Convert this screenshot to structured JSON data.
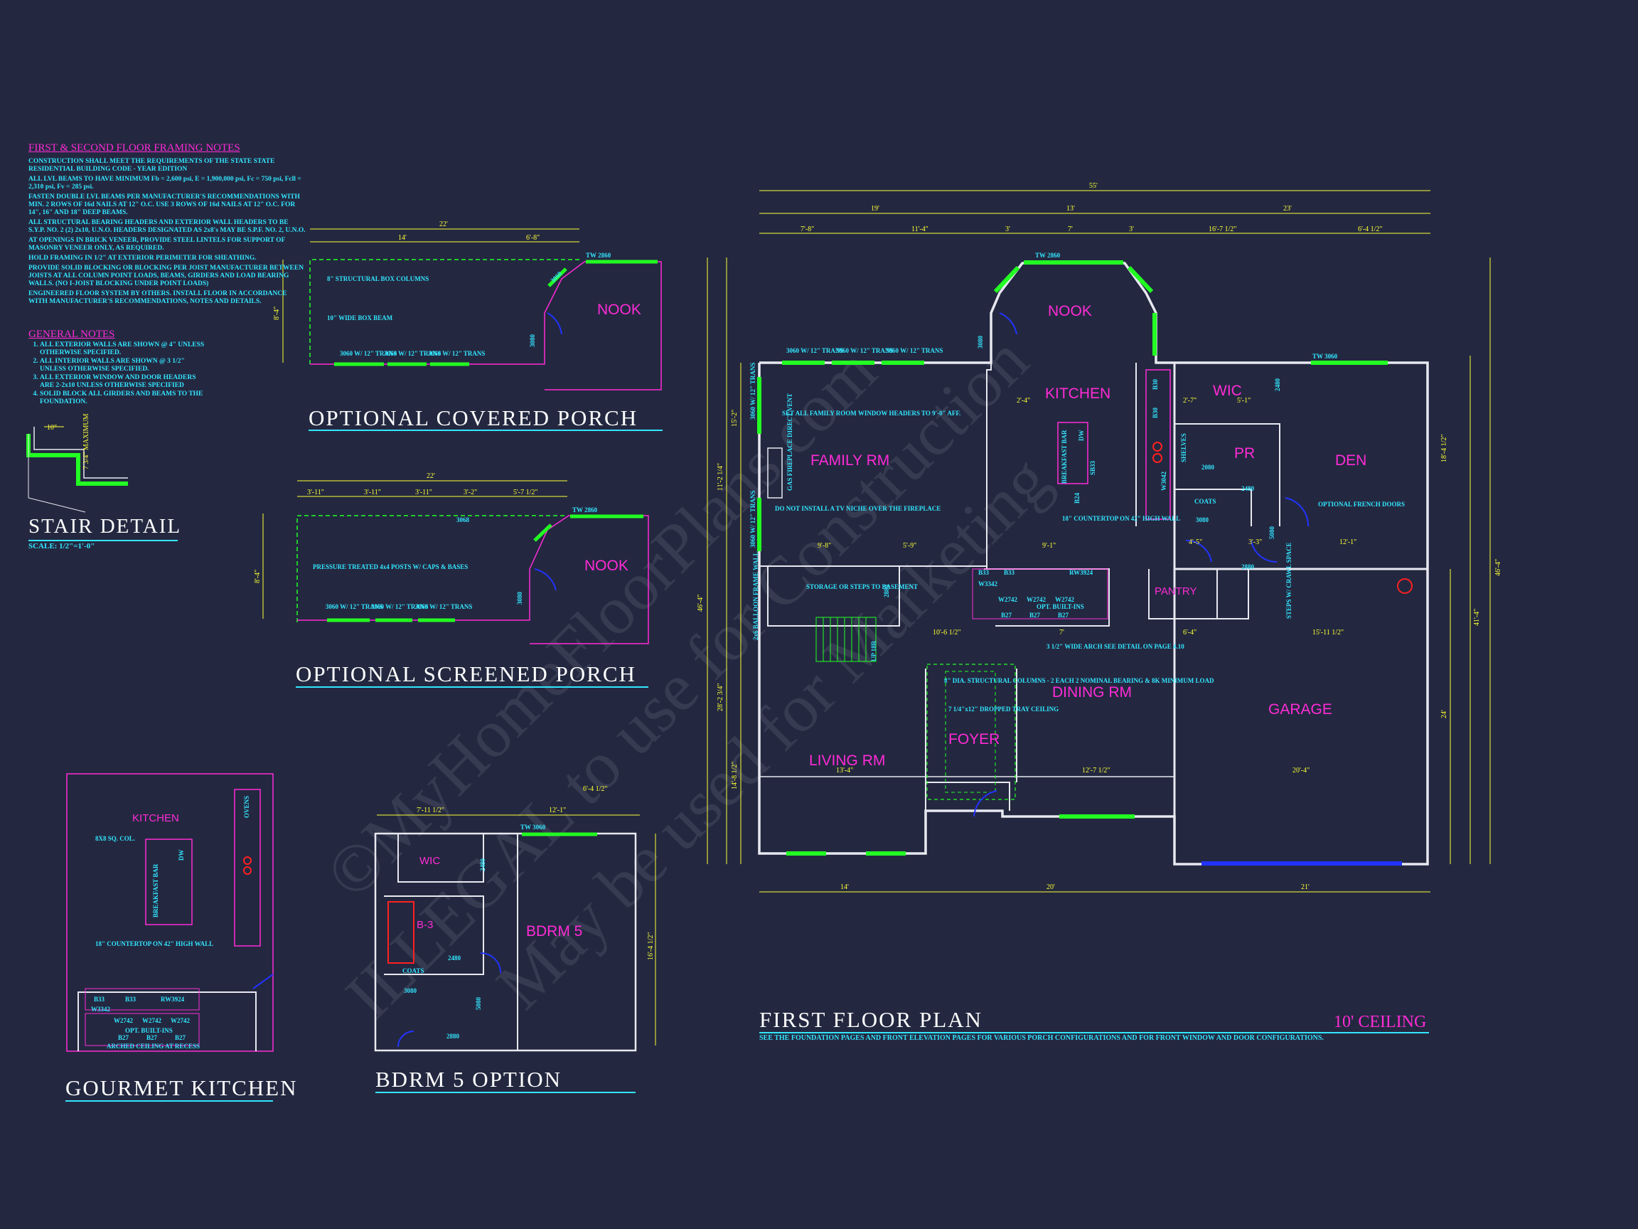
{
  "colors": {
    "background": "#232840",
    "walls": "#e8e8f0",
    "dimensions": "#ffff33",
    "room_labels": "#ff2bd6",
    "notes": "#33e6ff",
    "windows": "#22ff22",
    "doors": "#2233ff",
    "accent_red": "#ff2020"
  },
  "framing_notes": {
    "title": "FIRST & SECOND FLOOR FRAMING NOTES",
    "items": [
      "CONSTRUCTION SHALL MEET THE REQUIREMENTS OF THE STATE STATE RESIDENTIAL BUILDING CODE - YEAR EDITION",
      "ALL LVL BEAMS TO HAVE MINIMUM Fb = 2,600 psi, E = 1,900,000 psi, Fc = 750 psi, Fcll = 2,310 psi, Fv = 285 psi.",
      "FASTEN DOUBLE LVL BEAMS PER MANUFACTURER'S RECOMMENDATIONS WITH MIN. 2 ROWS OF 16d NAILS AT 12\" O.C. USE 3 ROWS OF 16d NAILS AT 12\" O.C. FOR 14\", 16\" AND 18\" DEEP BEAMS.",
      "ALL STRUCTURAL BEARING HEADERS AND EXTERIOR WALL HEADERS TO BE S.Y.P. NO. 2 (2) 2x10, U.N.O. HEADERS DESIGNATED AS 2x8's MAY BE S.P.F. NO. 2, U.N.O.",
      "AT OPENINGS IN BRICK VENEER, PROVIDE STEEL LINTELS FOR SUPPORT OF MASONRY VENEER ONLY, AS REQUIRED.",
      "HOLD FRAMING IN 1/2\" AT EXTERIOR PERIMETER FOR SHEATHING.",
      "PROVIDE SOLID BLOCKING OR BLOCKING PER JOIST MANUFACTURER BETWEEN JOISTS AT ALL COLUMN POINT LOADS, BEAMS, GIRDERS AND LOAD BEARING WALLS. (NO I-JOIST BLOCKING UNDER POINT LOADS)",
      "ENGINEERED FLOOR SYSTEM BY OTHERS. INSTALL FLOOR IN ACCORDANCE WITH MANUFACTURER'S RECOMMENDATIONS, NOTES AND DETAILS."
    ]
  },
  "general_notes": {
    "title": "GENERAL NOTES",
    "items": [
      "ALL EXTERIOR WALLS ARE SHOWN @ 4\" UNLESS OTHERWISE SPECIFIED.",
      "ALL INTERIOR WALLS ARE SHOWN @ 3 1/2\" UNLESS OTHERWISE SPECIFIED.",
      "ALL EXTERIOR WINDOW AND DOOR HEADERS ARE 2-2x10 UNLESS OTHERWISE SPECIFIED",
      "SOLID BLOCK ALL GIRDERS AND BEAMS TO THE FOUNDATION."
    ]
  },
  "stair_detail": {
    "title": "STAIR DETAIL",
    "scale": "SCALE: 1/2\"=1'-0\"",
    "tread": "10\"",
    "riser": "7 3/4\" MAXIMUM"
  },
  "covered_porch": {
    "title": "OPTIONAL COVERED PORCH",
    "nook": "NOOK",
    "dims": {
      "overall": "22'",
      "left": "14'",
      "right": "6'-8\"",
      "height": "8'-4\""
    },
    "window_top": "TW 2860",
    "windows": [
      "3060 W/ 12\" TRANS",
      "3060 W/ 12\" TRANS",
      "3060 W/ 12\" TRANS"
    ],
    "column_note": "8\" STRUCTURAL BOX COLUMNS",
    "beam_note": "10\" WIDE BOX BEAM",
    "door": "3080",
    "bay": "3060"
  },
  "screened_porch": {
    "title": "OPTIONAL SCREENED PORCH",
    "nook": "NOOK",
    "dims": {
      "overall": "22'",
      "s1": "3'-11\"",
      "s2": "3'-11\"",
      "s3": "3'-11\"",
      "s4": "3'-2\"",
      "s5": "5'-7 1/2\"",
      "height": "8'-4\""
    },
    "window_top": "TW 2860",
    "windows": [
      "3060 W/ 12\" TRANS",
      "3060 W/ 12\" TRANS",
      "3060 W/ 12\" TRANS"
    ],
    "post_note": "PRESSURE TREATED 4x4 POSTS W/ CAPS & BASES",
    "door": "3068",
    "door2": "3080"
  },
  "gourmet_kitchen": {
    "title": "GOURMET KITCHEN",
    "room": "KITCHEN",
    "labels": [
      "OVENS",
      "DW",
      "BREAKFAST BAR",
      "B33",
      "B33",
      "RW3924",
      "W3342",
      "W2742",
      "W2742",
      "W2742",
      "B27",
      "B27",
      "B27",
      "OPT. BUILT-INS",
      "ARCHED CEILING AT RECESS",
      "18\" COUNTERTOP ON 42\" HIGH WALL",
      "8X8 SQ. COL."
    ]
  },
  "bdrm5_option": {
    "title": "BDRM 5 OPTION",
    "rooms": [
      "WIC",
      "B-3",
      "BDRM 5"
    ],
    "window_top": "TW 3060",
    "dims": {
      "d1": "7'-11 1/2\"",
      "d2": "12'-1\"",
      "d3": "6'-4 1/2\"",
      "height": "16'-4 1/2\""
    },
    "doors": [
      "2480",
      "2480",
      "3080",
      "2880",
      "5080"
    ],
    "coats": "COATS"
  },
  "first_floor": {
    "title": "FIRST FLOOR PLAN",
    "ceiling": "10' CEILING",
    "subtitle": "SEE THE FOUNDATION PAGES AND FRONT ELEVATION PAGES FOR VARIOUS PORCH CONFIGURATIONS AND FOR FRONT WINDOW AND DOOR CONFIGURATIONS.",
    "rooms": [
      "NOOK",
      "KITCHEN",
      "WIC",
      "PR",
      "DEN",
      "FAMILY RM",
      "PANTRY",
      "DINING RM",
      "GARAGE",
      "LIVING RM",
      "FOYER"
    ],
    "top_dims": {
      "overall": "55'",
      "a": "19'",
      "b": "13'",
      "c": "23'",
      "d": "7'-8\"",
      "e": "11'-4\"",
      "f": "3'",
      "g": "7'",
      "h": "3'",
      "i": "16'-7 1/2\"",
      "j": "6'-4 1/2\""
    },
    "bottom_dims": {
      "a": "14'",
      "b": "20'",
      "c": "21'"
    },
    "left_dims": {
      "overall": "46'-4\"",
      "a": "28'-2 3/4\"",
      "b": "14'-8 1/2\"",
      "c": "11'-2 1/4\"",
      "d": "15'-2\""
    },
    "right_dims": {
      "overall": "46'-4\"",
      "a": "41'-4\"",
      "b": "24'",
      "c": "18'-4 1/2\""
    },
    "windows": [
      "TW 2860",
      "TW 3060",
      "3060 W/ 12\" TRANS",
      "3060 W/ 12\" TRANS",
      "3060 W/ 12\" TRANS",
      "3060 W/ 12\" TRANS",
      "3060 W/ 12\" TRANS"
    ],
    "notes": [
      "SET ALL FAMILY ROOM WINDOW HEADERS TO 9'-0\" AFF.",
      "DO NOT INSTALL A TV NICHE OVER THE FIREPLACE",
      "STORAGE OR STEPS TO BASEMENT",
      "2x6 BALLOON FRAME WALL",
      "3 1/2\" WIDE ARCH SEE DETAIL ON PAGE 4.10",
      "8\" DIA. STRUCTURAL COLUMNS - 2 EACH 2 NOMINAL BEARING & 8K MINIMUM LOAD",
      "7 1/4\"x12\" DROPPED TRAY CEILING",
      "18\" COUNTERTOP ON 42\" HIGH WALL",
      "OPTIONAL FRENCH DOORS",
      "OPT. BUILT-INS",
      "STEPS W/ CRAWL SPACE",
      "COATS",
      "SHELVES",
      "GAS FIREPLACE DIRECT VENT"
    ],
    "dims_misc": [
      "9'-8\"",
      "5'-9\"",
      "9'-1\"",
      "10'-6 1/2\"",
      "7'",
      "12'-7 1/2\"",
      "20'-4\"",
      "13'-4\"",
      "15'-11 1/2\"",
      "4'-5\"",
      "3'-3\"",
      "6'-4\"",
      "12'-1\"",
      "5'-1\"",
      "2'-7\"",
      "2'-4\""
    ],
    "labels_misc": [
      "3080",
      "2080",
      "2480",
      "2480",
      "3080",
      "2880",
      "5080",
      "2880",
      "B33",
      "B33",
      "RW3924",
      "W3342",
      "W2742",
      "W2742",
      "W2742",
      "B27",
      "B27",
      "B27",
      "DW",
      "BREAKFAST BAR",
      "W3042",
      "B30",
      "B30",
      "SB33",
      "B24",
      "UP 18R"
    ]
  },
  "watermark": [
    "©MyHomeFloorPlans.com",
    "ILLEGAL to use for Construction",
    "May be used for Marketing"
  ]
}
